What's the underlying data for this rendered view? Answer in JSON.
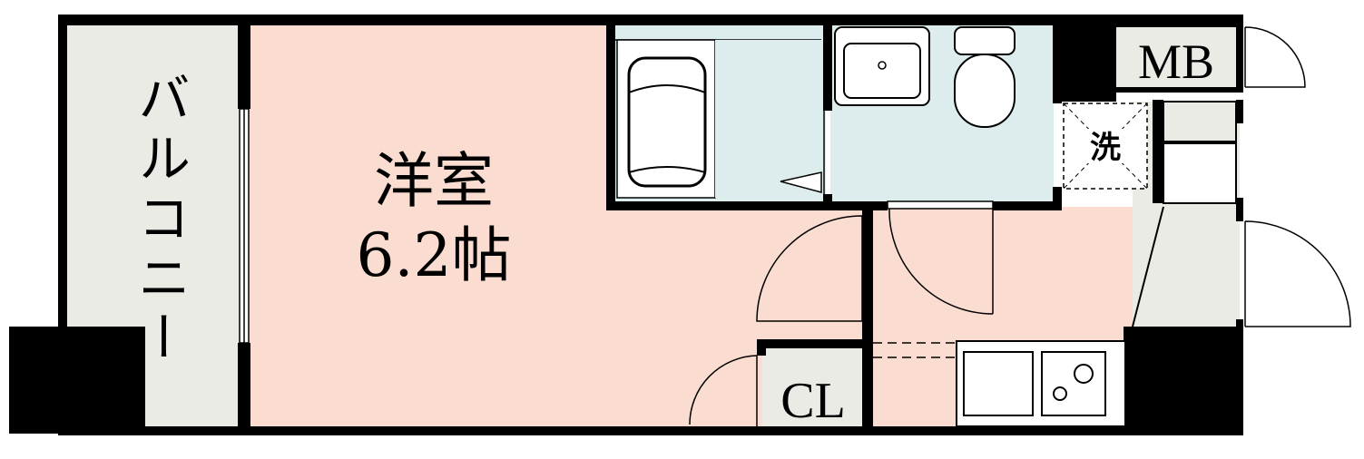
{
  "rooms": {
    "balcony": {
      "label": "バルコニー"
    },
    "western_room": {
      "label": "洋室",
      "size": "6.2帖"
    },
    "closet": {
      "label": "CL"
    },
    "meter_box": {
      "label": "MB"
    },
    "washer_space": {
      "label": "洗"
    }
  },
  "colors": {
    "wall": "#000000",
    "balcony_fill": "#ebebe6",
    "room_fill": "#fadcd0",
    "bath_fill": "#ddedee",
    "storage_fill": "#ebebe6"
  }
}
